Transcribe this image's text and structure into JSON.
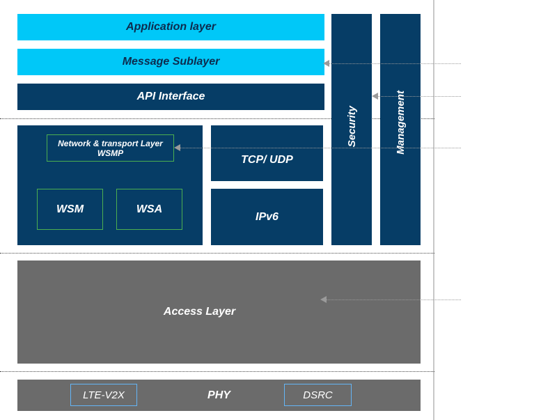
{
  "layers": {
    "application": "Application layer",
    "message_sublayer": "Message Sublayer",
    "api_interface": "API Interface",
    "network_transport": "Network & transport Layer\nWSMP",
    "wsm": "WSM",
    "wsa": "WSA",
    "tcp_udp": "TCP/ UDP",
    "ipv6": "IPv6",
    "security": "Security",
    "management": "Management",
    "access_layer": "Access Layer",
    "phy": "PHY",
    "lte_v2x": "LTE-V2X",
    "dsrc": "DSRC"
  },
  "colors": {
    "cyan": "#00c8f8",
    "navy": "#063d66",
    "gray": "#6b6b6b",
    "green_border": "#4caf50",
    "blue_border": "#64b5f6"
  }
}
